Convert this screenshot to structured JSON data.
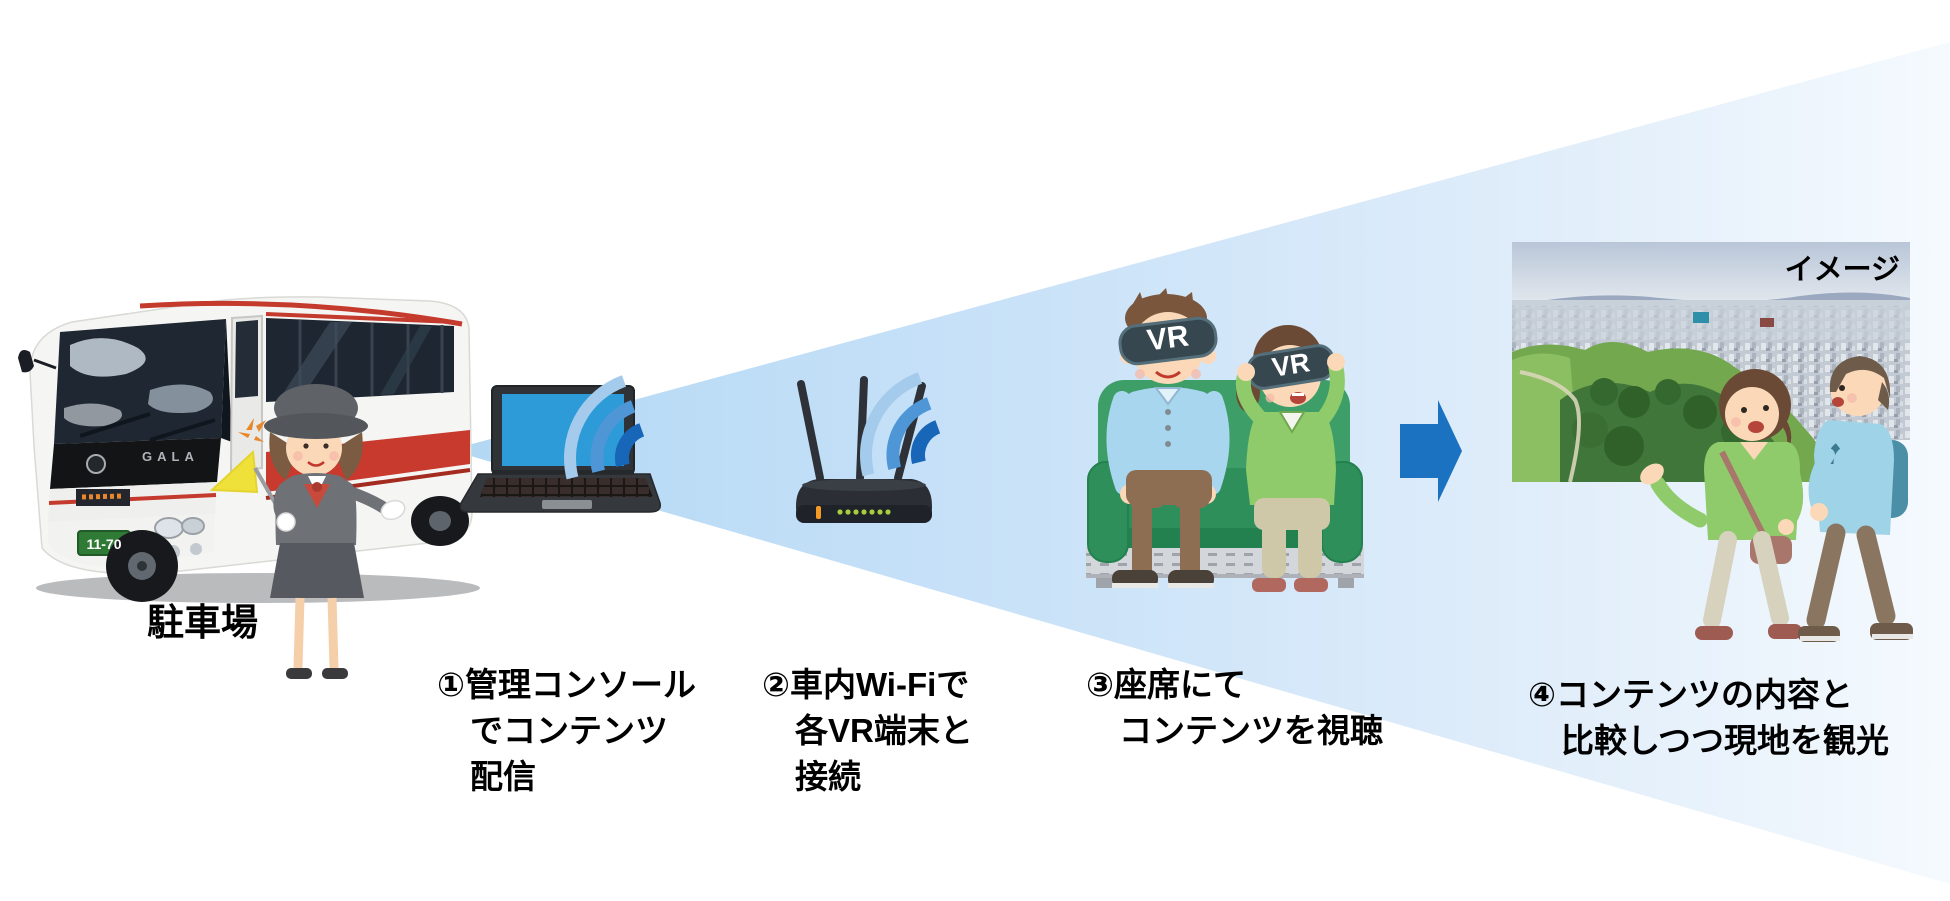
{
  "labels": {
    "parking": "駐車場",
    "image_caption": "イメージ",
    "vr_left": "VR",
    "vr_right": "VR",
    "bus_model": "GALA",
    "bus_plate": "11-70"
  },
  "steps": [
    {
      "lines": [
        "①管理コンソール",
        "でコンテンツ",
        "配信"
      ]
    },
    {
      "lines": [
        "②車内Wi-Fiで",
        "各VR端末と",
        "接続"
      ]
    },
    {
      "lines": [
        "③座席にて",
        "コンテンツを視聴"
      ]
    },
    {
      "lines": [
        "④コンテンツの内容と",
        "比較しつつ現地を観光"
      ]
    }
  ],
  "colors": {
    "beam_left": "#B3D8F4",
    "beam_mid": "#C7E1F8",
    "beam_right": "#F5FAFE",
    "wifi_dark": "#1766B8",
    "wifi_mid": "#4E96D6",
    "wifi_light": "#A5CBEC",
    "arrow_blue": "#1B72C0",
    "laptop_screen": "#2D9BD8",
    "seat_green": "#3E9E68",
    "bus_stripe_red": "#C8392E",
    "flag_yellow": "#F0E03A",
    "text_black": "#000000"
  }
}
